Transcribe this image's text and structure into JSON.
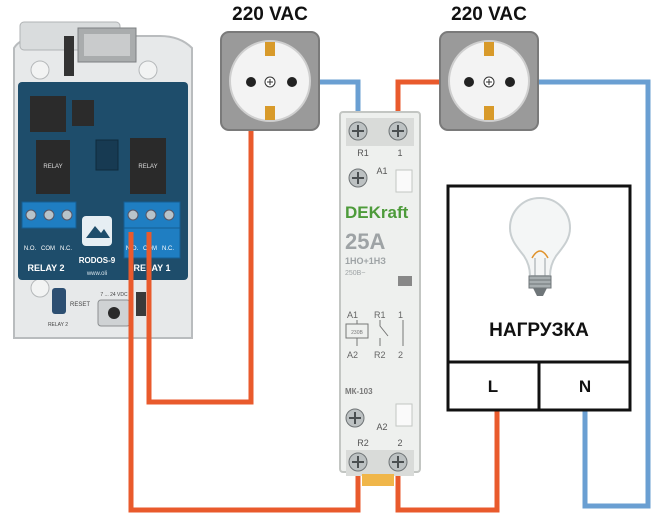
{
  "sockets": [
    {
      "label": "220 VAC"
    },
    {
      "label": "220 VAC"
    }
  ],
  "controller": {
    "brand": "RODOS-9",
    "url": "www.oli",
    "relay1_label": "RELAY 1",
    "relay2_label": "RELAY 2",
    "terminals_relay2": [
      "N.O.",
      "COM",
      "N.C."
    ],
    "terminals_relay1": [
      "N.O.",
      "COM",
      "N.C."
    ],
    "reset_label": "RESET",
    "power_label": "7 ... 24 VDC",
    "relay2_bottom": "RELAY 2"
  },
  "contactor": {
    "brand": "DEKraft",
    "current": "25A",
    "config": "1НО+1НЗ",
    "voltage": "250В~",
    "model": "МК-103",
    "top_terminals": [
      "R1",
      "1"
    ],
    "coil_top": "A1",
    "coil_bottom": "A2",
    "schematic": {
      "a1": "A1",
      "r1": "R1",
      "one": "1",
      "coil": "230В",
      "a2": "A2",
      "r2": "R2",
      "two": "2"
    },
    "bottom_coil": "A2",
    "bottom_terminals": [
      "R2",
      "2"
    ]
  },
  "load": {
    "label": "НАГРУЗКА",
    "terminal_l": "L",
    "terminal_n": "N"
  },
  "colors": {
    "phase_wire": "#e95a2c",
    "neutral_wire": "#6a9fd2",
    "pcb": "#1e4d6b",
    "terminal_block": "#1f7ec2",
    "socket_plate": "#9a9a9a",
    "contactor_body": "#eef0ee"
  }
}
